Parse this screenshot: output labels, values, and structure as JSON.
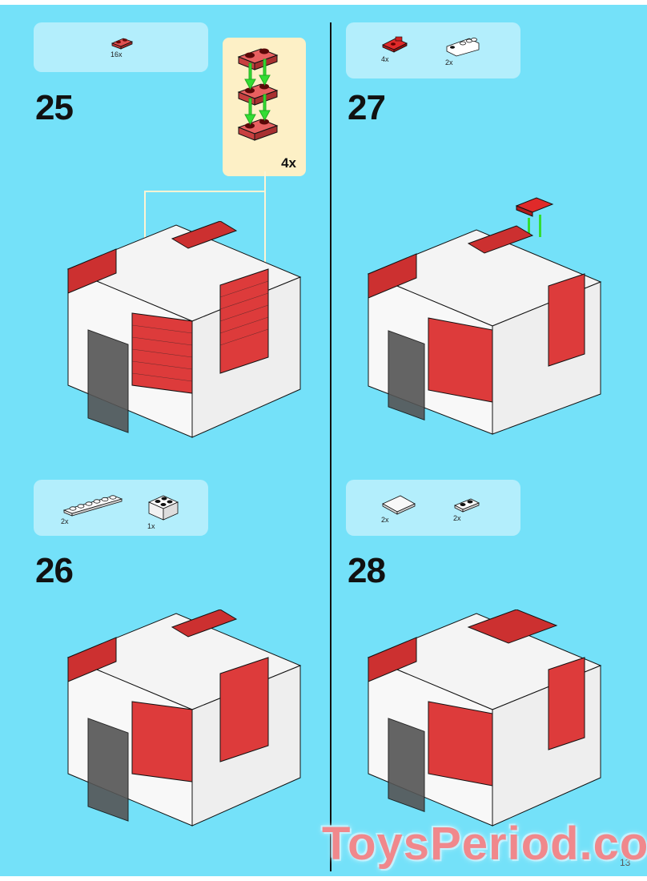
{
  "page": {
    "background_color": "#74e1f9",
    "parts_box_color": "#b3eefc",
    "subassembly_box_color": "#fdf0c6",
    "page_number": "13"
  },
  "steps": [
    {
      "number": "25",
      "parts": [
        {
          "name": "red-plate-1x2",
          "quantity": "16x"
        }
      ],
      "subassembly": {
        "description": "Stack of three red 1x2 plates with green arrows",
        "multiplier": "4x"
      }
    },
    {
      "number": "26",
      "parts": [
        {
          "name": "white-plate-1x6",
          "quantity": "2x"
        },
        {
          "name": "white-brick-2x2",
          "quantity": "1x"
        }
      ]
    },
    {
      "number": "27",
      "parts": [
        {
          "name": "red-plate-2x2-with-clips",
          "quantity": "4x"
        },
        {
          "name": "white-slope-brick",
          "quantity": "2x"
        }
      ]
    },
    {
      "number": "28",
      "parts": [
        {
          "name": "white-tile-2x2",
          "quantity": "2x"
        },
        {
          "name": "white-plate-1x2",
          "quantity": "2x"
        }
      ]
    }
  ],
  "watermark": {
    "text": "ToysPeriod.com"
  }
}
